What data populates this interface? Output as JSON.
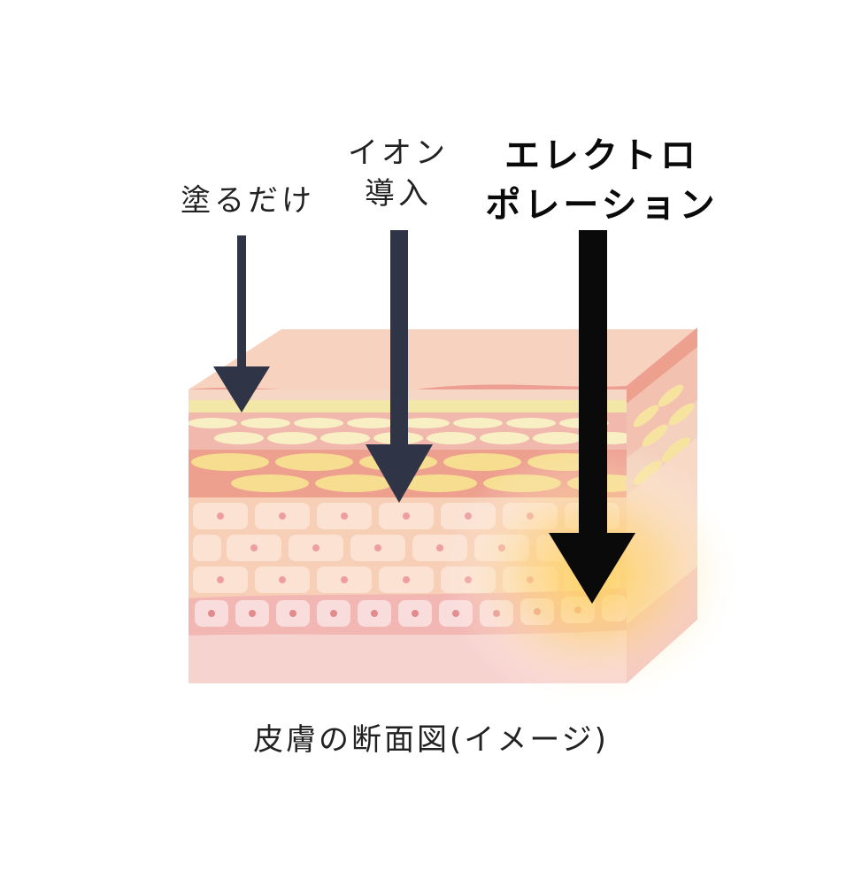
{
  "labels": {
    "nuru_dake": "塗るだけ",
    "ion_line1": "イオン",
    "ion_line2": "導入",
    "electro_line1": "エレクトロ",
    "electro_line2": "ポレーション"
  },
  "caption": "皮膚の断面図(イメージ)",
  "colors": {
    "arrow_dark_slate": "#2f3446",
    "arrow_black": "#0b0a0a",
    "skin_surface": "#f6d2bd",
    "skin_layer": "#f2c1b1",
    "cell_yellow": "#f7e6a8",
    "cell_pink": "#f6c3c3",
    "glow": "#ffd25a"
  }
}
